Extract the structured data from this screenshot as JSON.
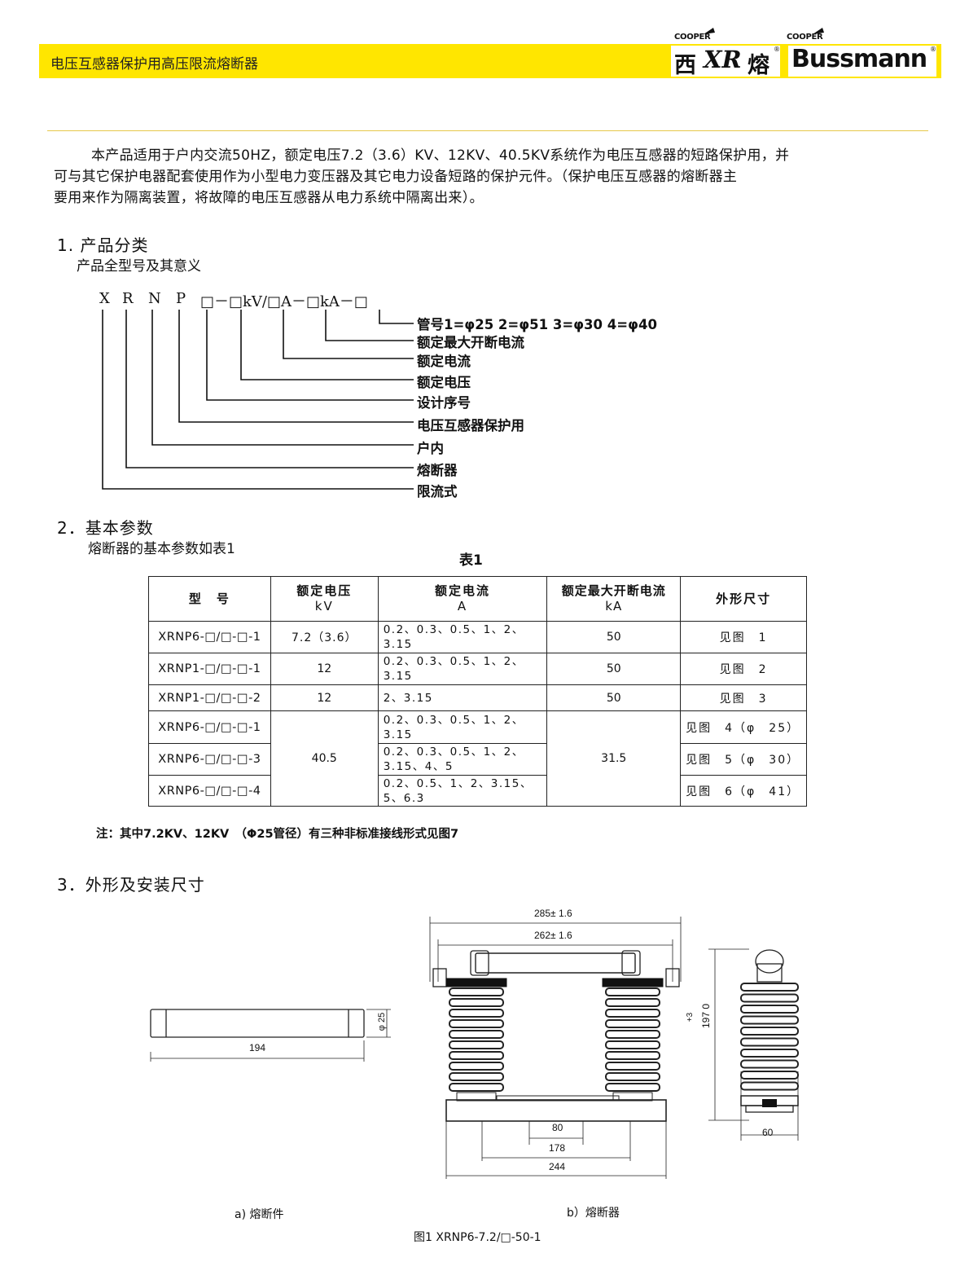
{
  "header": {
    "title": "电压互感器保护用高压限流熔断器",
    "brand1": {
      "cooper": "COOPER",
      "cn_left": "西",
      "logo": "XR",
      "cn_right": "熔",
      "reg": "®"
    },
    "brand2": {
      "cooper": "COOPER",
      "name": "Bussmann",
      "reg": "®"
    },
    "band_color": "#ffe600"
  },
  "intro": {
    "line1": "本产品适用于户内交流50HZ，额定电压7.2（3.6）KV、12KV、40.5KV系统作为电压互感器的短路保护用，并",
    "line2": "可与其它保护电器配套使用作为小型电力变压器及其它电力设备短路的保护元件。（保护电压互感器的熔断器主",
    "line3": "要用来作为隔离装置，将故障的电压互感器从电力系统中隔离出来）。"
  },
  "section1": {
    "heading": "1. 产品分类",
    "subheading": "产品全型号及其意义",
    "code_letters": [
      "X",
      "R",
      "N",
      "P"
    ],
    "code_suffix": "□－□kV/□A－□kA－□",
    "descriptions": [
      "管号1=φ25 2=φ51 3=φ30 4=φ40",
      "额定最大开断电流",
      "额定电流",
      "额定电压",
      "设计序号",
      "电压互感器保护用",
      "户内",
      "熔断器",
      "限流式"
    ]
  },
  "section2": {
    "heading": "2．基本参数",
    "subheading": "熔断器的基本参数如表1",
    "table_caption": "表1",
    "columns": [
      {
        "line1": "型　号",
        "line2": ""
      },
      {
        "line1": "额定电压",
        "line2": "kV"
      },
      {
        "line1": "额定电流",
        "line2": "A"
      },
      {
        "line1": "额定最大开断电流",
        "line2": "kA"
      },
      {
        "line1": "外形尺寸",
        "line2": ""
      }
    ],
    "rows": [
      {
        "model": "XRNP6-□/□-□-1",
        "voltage": "7.2（3.6）",
        "current": "0.2、0.3、0.5、1、2、3.15",
        "breaking": "50",
        "dim": "见图　1"
      },
      {
        "model": "XRNP1-□/□-□-1",
        "voltage": "12",
        "current": "0.2、0.3、0.5、1、2、3.15",
        "breaking": "50",
        "dim": "见图　2"
      },
      {
        "model": "XRNP1-□/□-□-2",
        "voltage": "12",
        "current": "2、3.15",
        "breaking": "50",
        "dim": "见图　3"
      },
      {
        "model": "XRNP6-□/□-□-1",
        "voltage": "",
        "current": "0.2、0.3、0.5、1、2、3.15",
        "breaking": "",
        "dim": "见图　4（φ　25）"
      },
      {
        "model": "XRNP6-□/□-□-3",
        "voltage": "40.5",
        "current": "0.2、0.3、0.5、1、2、3.15、4、5",
        "breaking": "31.5",
        "dim": "见图　5（φ　30）"
      },
      {
        "model": "XRNP6-□/□-□-4",
        "voltage": "",
        "current": "0.2、0.5、1、2、3.15、5、6.3",
        "breaking": "",
        "dim": "见图　6（φ　41）"
      }
    ],
    "note": "注：其中7.2KV、12KV　（Φ25管径）有三种非标准接线形式见图7"
  },
  "section3": {
    "heading": "3．外形及安装尺寸",
    "dims": {
      "fuse_length": "194",
      "fuse_dia": "φ 25",
      "overall": "285± 1.6",
      "inner": "262± 1.6",
      "height": "197 0",
      "height_tol": "+3",
      "base_hole": "80",
      "mid": "178",
      "base": "244",
      "side_width": "60"
    },
    "caption_a": "a) 熔断件",
    "caption_b": "b）熔断器",
    "figure_caption": "图1 XRNP6-7.2/□-50-1"
  }
}
